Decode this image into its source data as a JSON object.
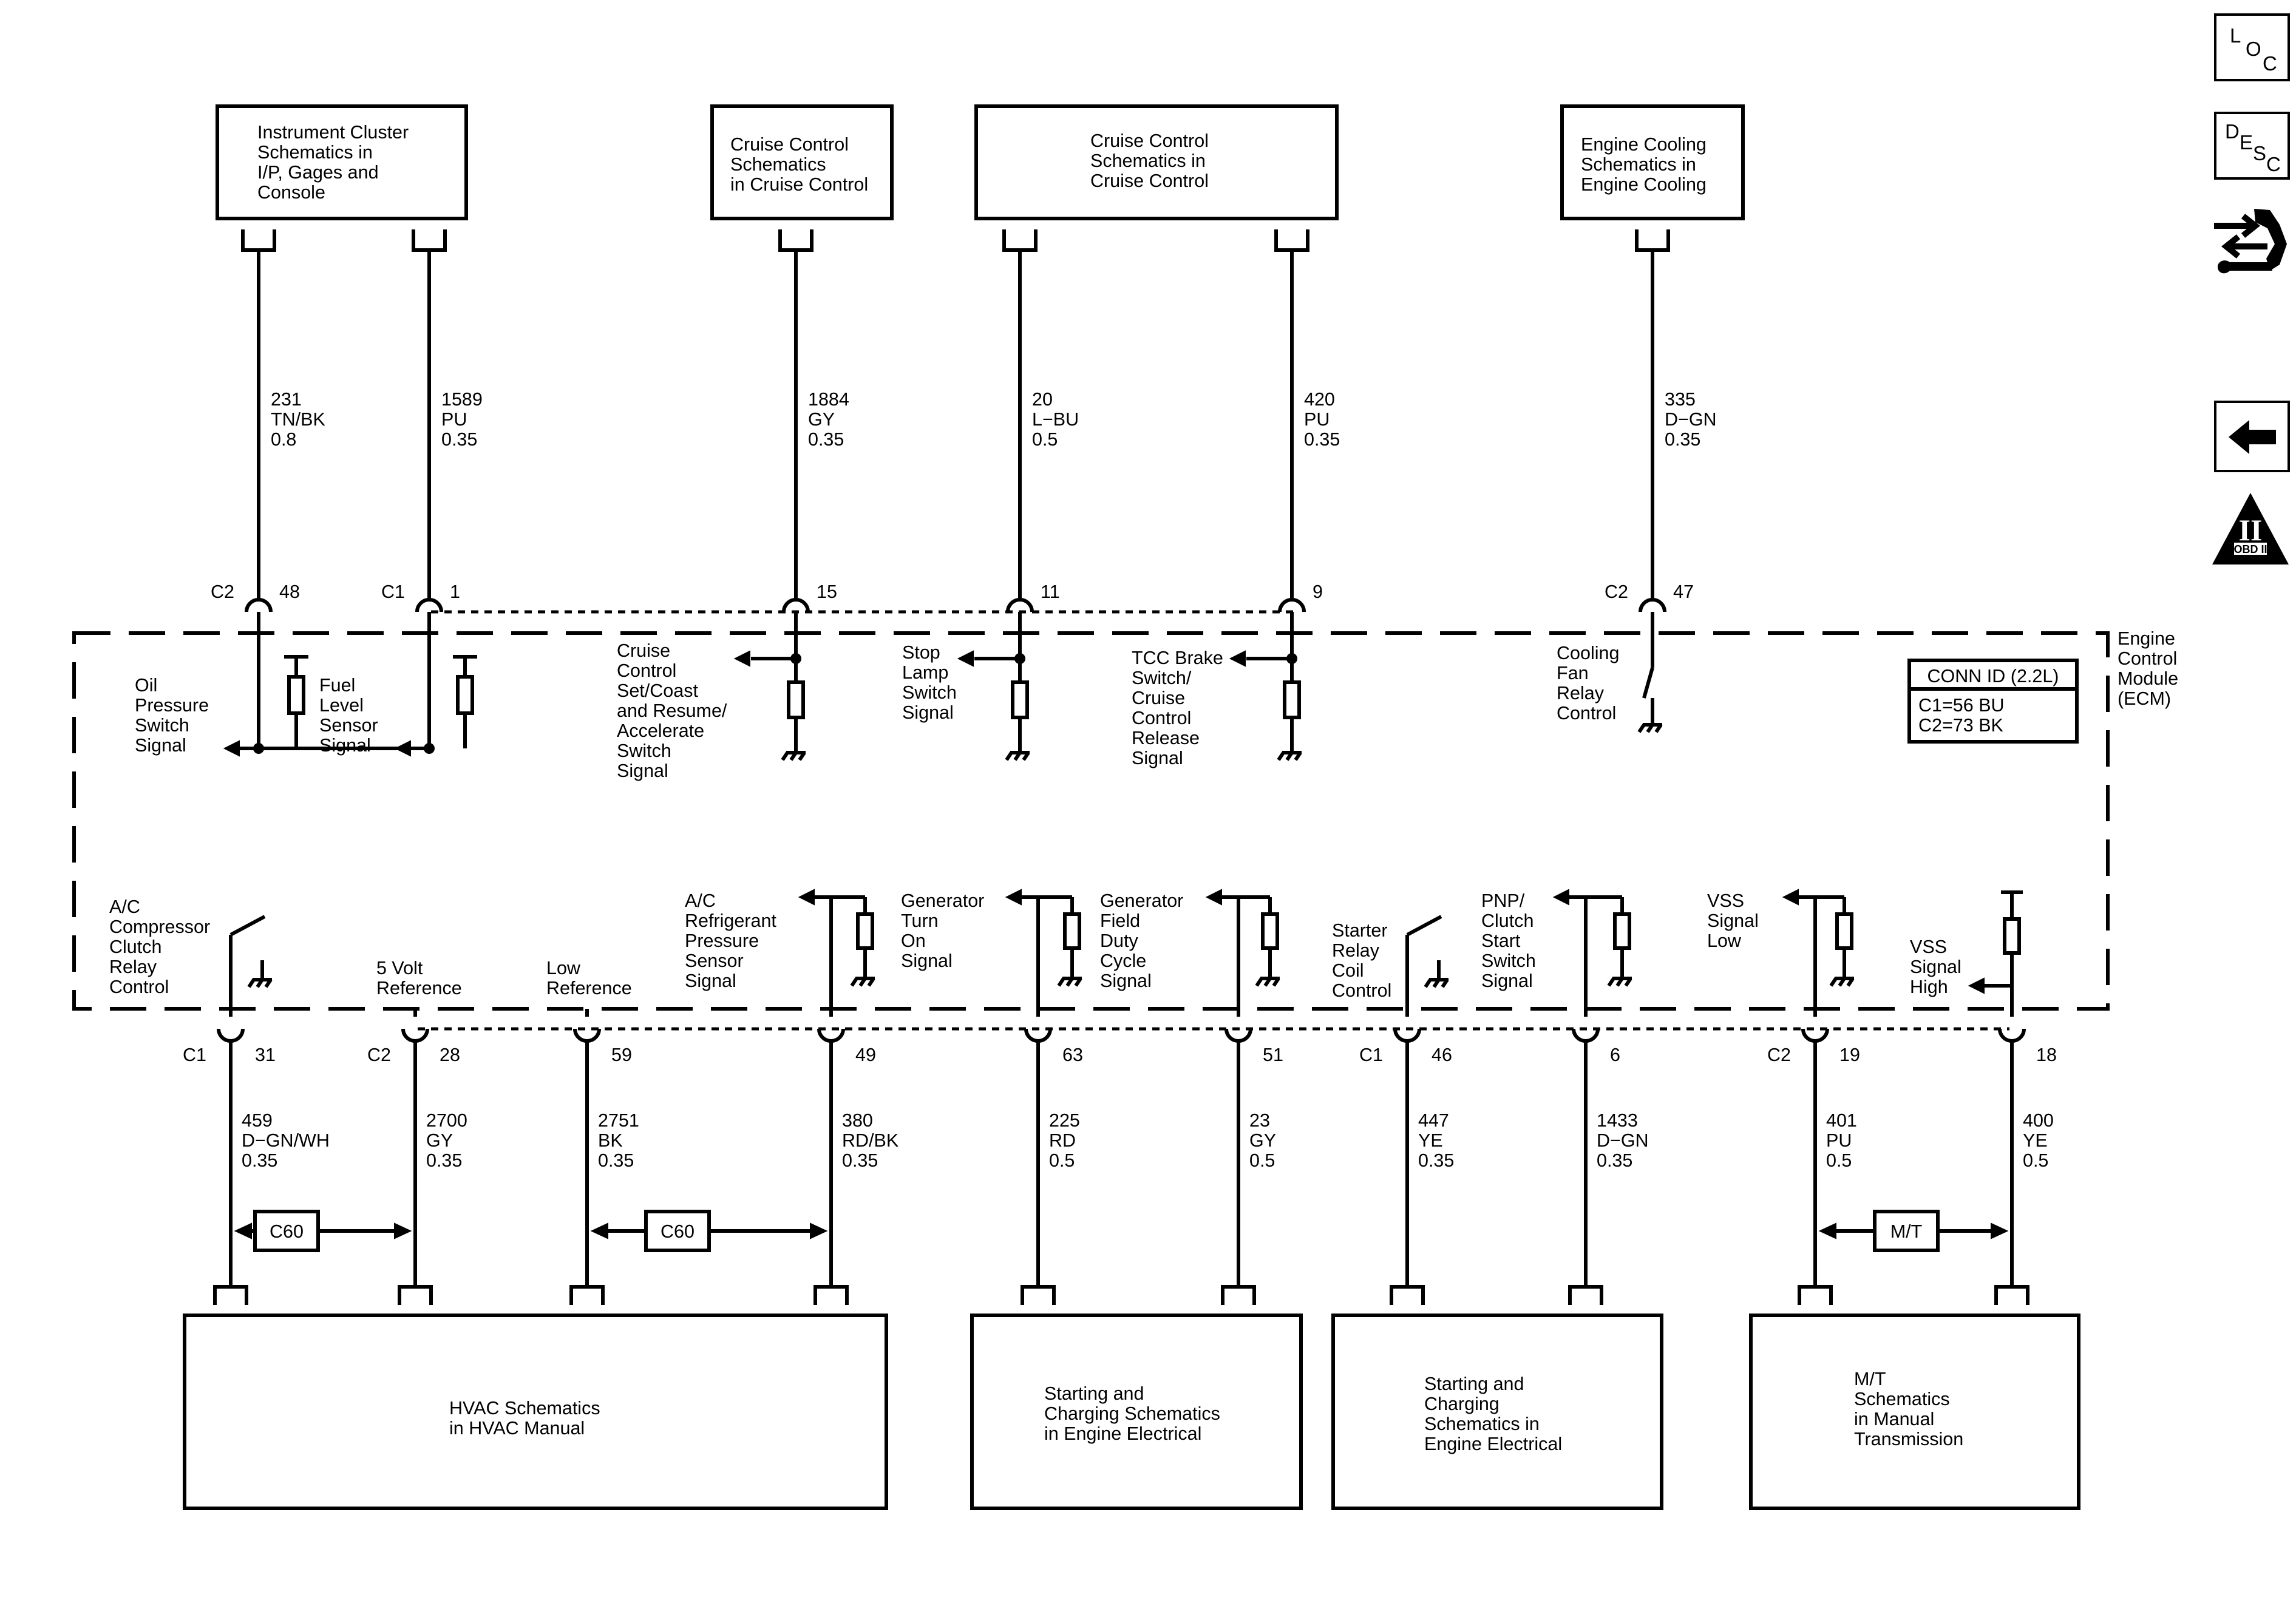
{
  "top_boxes": [
    {
      "id": "ic",
      "lines": [
        "Instrument Cluster",
        "Schematics in",
        "I/P, Gages and",
        "Console"
      ]
    },
    {
      "id": "cc1",
      "lines": [
        "Cruise Control",
        "Schematics",
        "in Cruise Control"
      ]
    },
    {
      "id": "cc2",
      "lines": [
        "Cruise Control",
        "Schematics in",
        "Cruise Control"
      ]
    },
    {
      "id": "ec",
      "lines": [
        "Engine Cooling",
        "Schematics in",
        "Engine Cooling"
      ]
    }
  ],
  "bottom_boxes": [
    {
      "id": "hvac",
      "lines": [
        "HVAC Schematics",
        "in HVAC Manual"
      ]
    },
    {
      "id": "sc1",
      "lines": [
        "Starting and",
        "Charging Schematics",
        "in Engine Electrical"
      ]
    },
    {
      "id": "sc2",
      "lines": [
        "Starting and",
        "Charging",
        "Schematics in",
        "Engine Electrical"
      ]
    },
    {
      "id": "mt",
      "lines": [
        "M/T",
        "Schematics",
        "in Manual",
        "Transmission"
      ]
    }
  ],
  "top_wires": [
    {
      "conn": "C2",
      "pin": "48",
      "circuit": "231",
      "color": "TN/BK",
      "gauge": "0.8"
    },
    {
      "conn": "C1",
      "pin": "1",
      "circuit": "1589",
      "color": "PU",
      "gauge": "0.35"
    },
    {
      "conn": "",
      "pin": "15",
      "circuit": "1884",
      "color": "GY",
      "gauge": "0.35"
    },
    {
      "conn": "",
      "pin": "11",
      "circuit": "20",
      "color": "L−BU",
      "gauge": "0.5"
    },
    {
      "conn": "",
      "pin": "9",
      "circuit": "420",
      "color": "PU",
      "gauge": "0.35"
    },
    {
      "conn": "C2",
      "pin": "47",
      "circuit": "335",
      "color": "D−GN",
      "gauge": "0.35"
    }
  ],
  "bottom_wires": [
    {
      "conn": "C1",
      "pin": "31",
      "circuit": "459",
      "color": "D−GN/WH",
      "gauge": "0.35"
    },
    {
      "conn": "C2",
      "pin": "28",
      "circuit": "2700",
      "color": "GY",
      "gauge": "0.35"
    },
    {
      "conn": "",
      "pin": "59",
      "circuit": "2751",
      "color": "BK",
      "gauge": "0.35"
    },
    {
      "conn": "",
      "pin": "49",
      "circuit": "380",
      "color": "RD/BK",
      "gauge": "0.35"
    },
    {
      "conn": "",
      "pin": "63",
      "circuit": "225",
      "color": "RD",
      "gauge": "0.5"
    },
    {
      "conn": "",
      "pin": "51",
      "circuit": "23",
      "color": "GY",
      "gauge": "0.5"
    },
    {
      "conn": "C1",
      "pin": "46",
      "circuit": "447",
      "color": "YE",
      "gauge": "0.35"
    },
    {
      "conn": "",
      "pin": "6",
      "circuit": "1433",
      "color": "D−GN",
      "gauge": "0.35"
    },
    {
      "conn": "C2",
      "pin": "19",
      "circuit": "401",
      "color": "PU",
      "gauge": "0.5"
    },
    {
      "conn": "",
      "pin": "18",
      "circuit": "400",
      "color": "YE",
      "gauge": "0.5"
    }
  ],
  "ecm_upper_labels": [
    {
      "id": "oil",
      "lines": [
        "Oil",
        "Pressure",
        "Switch",
        "Signal"
      ]
    },
    {
      "id": "fuel",
      "lines": [
        "Fuel",
        "Level",
        "Sensor",
        "Signal"
      ]
    },
    {
      "id": "cruise-set",
      "lines": [
        "Cruise",
        "Control",
        "Set/Coast",
        "and Resume/",
        "Accelerate",
        "Switch",
        "Signal"
      ]
    },
    {
      "id": "stop",
      "lines": [
        "Stop",
        "Lamp",
        "Switch",
        "Signal"
      ]
    },
    {
      "id": "tcc",
      "lines": [
        "TCC Brake",
        "Switch/",
        "Cruise",
        "Control",
        "Release",
        "Signal"
      ]
    },
    {
      "id": "fan",
      "lines": [
        "Cooling",
        "Fan",
        "Relay",
        "Control"
      ]
    }
  ],
  "ecm_lower_labels": [
    {
      "id": "ac",
      "lines": [
        "A/C",
        "Compressor",
        "Clutch",
        "Relay",
        "Control"
      ]
    },
    {
      "id": "5v",
      "lines": [
        "5 Volt",
        "Reference"
      ]
    },
    {
      "id": "lowref",
      "lines": [
        "Low",
        "Reference"
      ]
    },
    {
      "id": "acref",
      "lines": [
        "A/C",
        "Refrigerant",
        "Pressure",
        "Sensor",
        "Signal"
      ]
    },
    {
      "id": "genturn",
      "lines": [
        "Generator",
        "Turn",
        "On",
        "Signal"
      ]
    },
    {
      "id": "genfield",
      "lines": [
        "Generator",
        "Field",
        "Duty",
        "Cycle",
        "Signal"
      ]
    },
    {
      "id": "starter",
      "lines": [
        "Starter",
        "Relay",
        "Coil",
        "Control"
      ]
    },
    {
      "id": "pnp",
      "lines": [
        "PNP/",
        "Clutch",
        "Start",
        "Switch",
        "Signal"
      ]
    },
    {
      "id": "vsslow",
      "lines": [
        "VSS",
        "Signal",
        "Low"
      ]
    },
    {
      "id": "vsshigh",
      "lines": [
        "VSS",
        "Signal",
        "High"
      ]
    }
  ],
  "module": {
    "lines": [
      "Engine",
      "Control",
      "Module",
      "(ECM)"
    ]
  },
  "conn_id": {
    "title": "CONN ID (2.2L)",
    "lines": [
      "C1=56 BU",
      "C2=73 BK"
    ]
  },
  "splices": [
    {
      "id": "c60a",
      "label": "C60"
    },
    {
      "id": "c60b",
      "label": "C60"
    },
    {
      "id": "mt",
      "label": "M/T"
    }
  ],
  "side_nav": {
    "loc": [
      "L",
      "O",
      "C"
    ],
    "desc": [
      "D",
      "E",
      "S",
      "C"
    ],
    "obd": {
      "numeral": "II",
      "label": "OBD II"
    }
  },
  "icons": [
    "loc-icon",
    "desc-icon",
    "connector-repair-icon",
    "back-arrow-icon",
    "obd-ii-icon"
  ]
}
